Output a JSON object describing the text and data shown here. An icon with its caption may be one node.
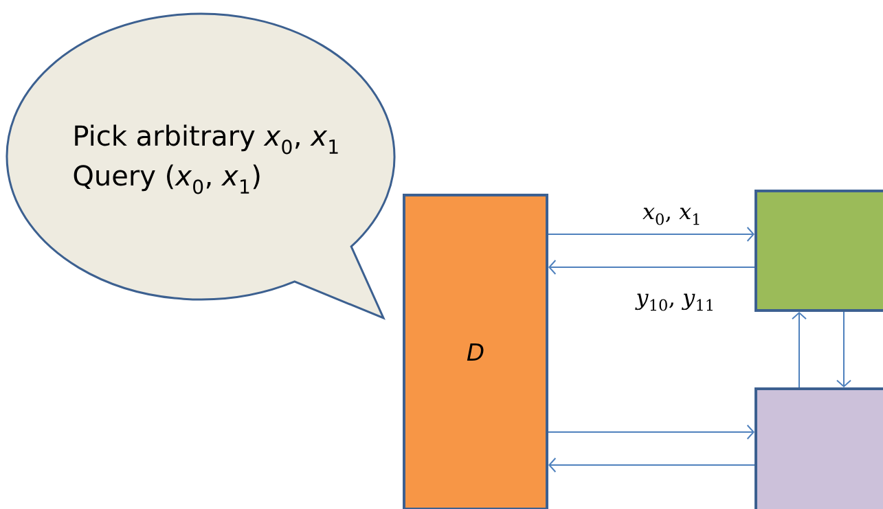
{
  "diagram": {
    "nodes": [
      {
        "text": [
          "Pick arbitrary *x*$_{0}$, *x*$_{1}$",
          "Query (*x*$_{0}$, *x*$_{1}$)"
        ]
      },
      {
        "text": [
          "D"
        ]
      },
      {
        "text": [],
        "shape": "box"
      },
      {
        "text": [],
        "shape": "box"
      }
    ],
    "edges": [
      {
        "from": 1,
        "to": 2,
        "arrow": "to",
        "label": "*x*$_{0}$, *x*$_{1}$"
      },
      {
        "from": 2,
        "to": 1,
        "arrow": "to",
        "label": "*y*$_{10}$, *y*$_{11}$"
      },
      {
        "from": 3,
        "to": 2,
        "arrow": "to"
      },
      {
        "from": 2,
        "to": 3,
        "arrow": "to"
      },
      {
        "from": 1,
        "to": 3,
        "arrow": "to"
      },
      {
        "from": 3,
        "to": 1,
        "arrow": "to"
      }
    ]
  }
}
